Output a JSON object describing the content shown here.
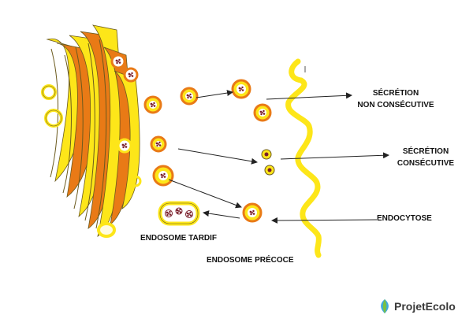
{
  "labels": {
    "secretion_non_consecutive_line1": "SÉCRÉTION",
    "secretion_non_consecutive_line2": "NON CONSÉCUTIVE",
    "secretion_consecutive_line1": "SÉCRÉTION",
    "secretion_consecutive_line2": "CONSÉCUTIVE",
    "endocytose": "ENDOCYTOSE",
    "endosome_tardif": "ENDOSOME TARDIF",
    "endosome_precoce": "ENDOSOME PRÉCOCE"
  },
  "brand": {
    "name": "ProjetEcolo"
  },
  "colors": {
    "golgi_orange": "#e97a16",
    "membrane_yellow": "#fde619",
    "outline": "#6b5a1e",
    "cargo_red": "#7a1f2b",
    "arrow": "#222222"
  }
}
